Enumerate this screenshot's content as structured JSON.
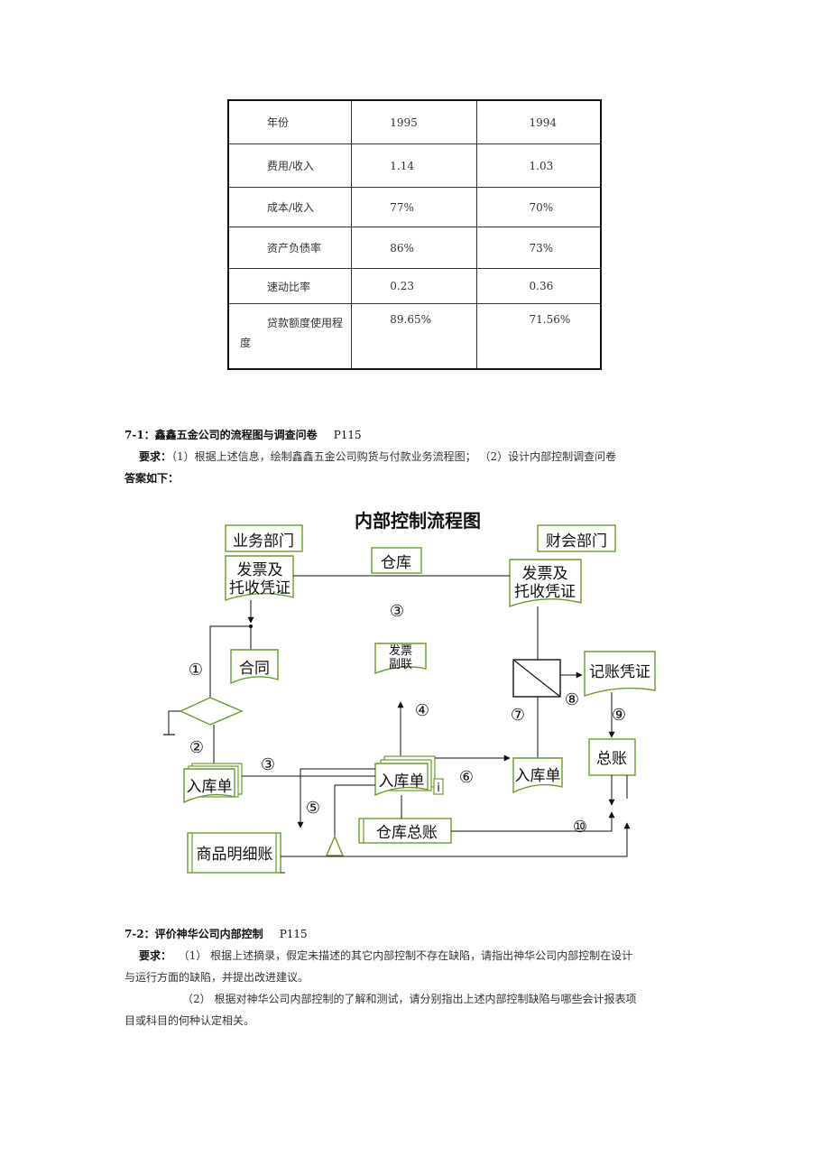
{
  "table": {
    "header": [
      "年份",
      "1995",
      "1994"
    ],
    "rows": [
      [
        "费用/收入",
        "1.14",
        "1.03"
      ],
      [
        "成本/收入",
        "77%",
        "70%"
      ],
      [
        "资产负债率",
        "86%",
        "73%"
      ],
      [
        "速动比率",
        "0.23",
        "0.36"
      ],
      [
        "贷款额度使用程度",
        "89.65%",
        "71.56%"
      ]
    ]
  },
  "section1": {
    "title": "7-1：鑫鑫五金公司的流程图与调查问卷",
    "page_ref": "P115",
    "req_label": "要求：",
    "req_text": "（1）根据上述信息，绘制鑫鑫五金公司购货与付款业务流程图；   （2）设计内部控制调查问卷",
    "answer": "答案如下："
  },
  "flowchart": {
    "title": "内部控制流程图",
    "dept_business": "业务部门",
    "dept_finance": "财会部门",
    "warehouse": "仓库",
    "invoice_a_l1": "发票及",
    "invoice_a_l2": "托收凭证",
    "invoice_b_l1": "发票及",
    "invoice_b_l2": "托收凭证",
    "contract": "合同",
    "invoice_copy_l1": "发票",
    "invoice_copy_l2": "副联",
    "voucher": "记账凭证",
    "ledger": "总账",
    "receipt_left": "入库单",
    "receipt_center": "入库单",
    "receipt_right": "入库单",
    "stock_ledger": "仓库总账",
    "goods_detail": "商品明细账",
    "stack_mark": "i",
    "steps": [
      "①",
      "②",
      "③",
      "③",
      "④",
      "⑤",
      "⑥",
      "⑦",
      "⑧",
      "⑨",
      "⑩"
    ]
  },
  "section2": {
    "title": "7-2：评价神华公司内部控制",
    "page_ref": "P115",
    "req_label": "要求：",
    "req1_line1": "（1）   根据上述摘录，假定未描述的其它内部控制不存在缺陷，请指出神华公司内部控制在设计",
    "req1_line2": "与运行方面的缺陷，并提出改进建议。",
    "req2_line1": "（2）   根据对神华公司内部控制的了解和测试，请分别指出上述内部控制缺陷与哪些会计报表项",
    "req2_line2": "目或科目的何种认定相关。"
  }
}
